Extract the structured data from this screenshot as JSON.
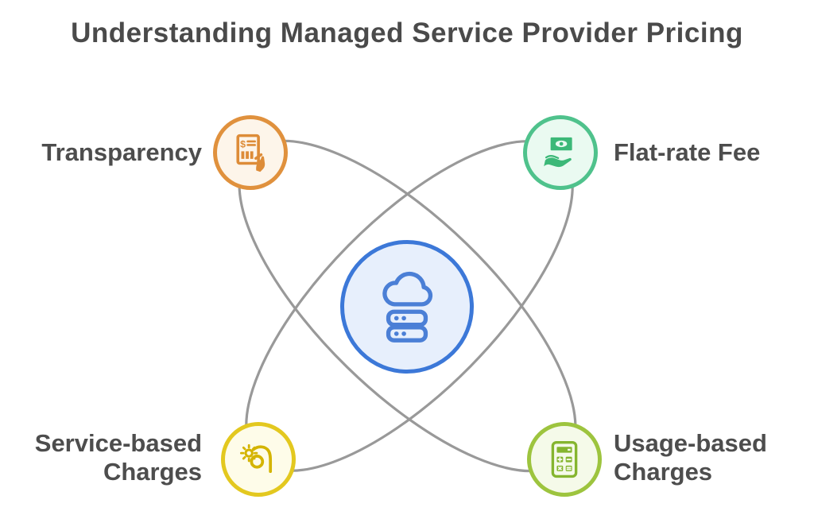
{
  "title": "Understanding Managed Service Provider Pricing",
  "colors": {
    "text": "#4a4a4a",
    "label_text": "#4d4d4d",
    "connector": "#999999",
    "center_border": "#3c78d8",
    "center_fill": "#e7effc",
    "center_icon": "#4b7fd6"
  },
  "center": {
    "icon": "cloud-server-icon"
  },
  "nodes": [
    {
      "id": "transparency",
      "label": "Transparency",
      "position": "top-left",
      "icon": "bill-hand-icon",
      "border": "#e0913d",
      "fill": "#fdf5ea",
      "icon_color": "#dd8c38"
    },
    {
      "id": "flat-rate-fee",
      "label": "Flat-rate Fee",
      "position": "top-right",
      "icon": "money-hand-icon",
      "border": "#4fc28c",
      "fill": "#eafaf1",
      "icon_color": "#3cb878"
    },
    {
      "id": "service-based-charges",
      "label": "Service-based Charges",
      "position": "bottom-left",
      "icon": "hand-gear-icon",
      "border": "#e3c81f",
      "fill": "#fefce9",
      "icon_color": "#d4b400"
    },
    {
      "id": "usage-based-charges",
      "label": "Usage-based Charges",
      "position": "bottom-right",
      "icon": "calculator-icon",
      "border": "#9dc43e",
      "fill": "#f5fae9",
      "icon_color": "#85b52f"
    }
  ],
  "connectors": {
    "shape": "two crossing orbit ellipses",
    "color": "#999999"
  }
}
